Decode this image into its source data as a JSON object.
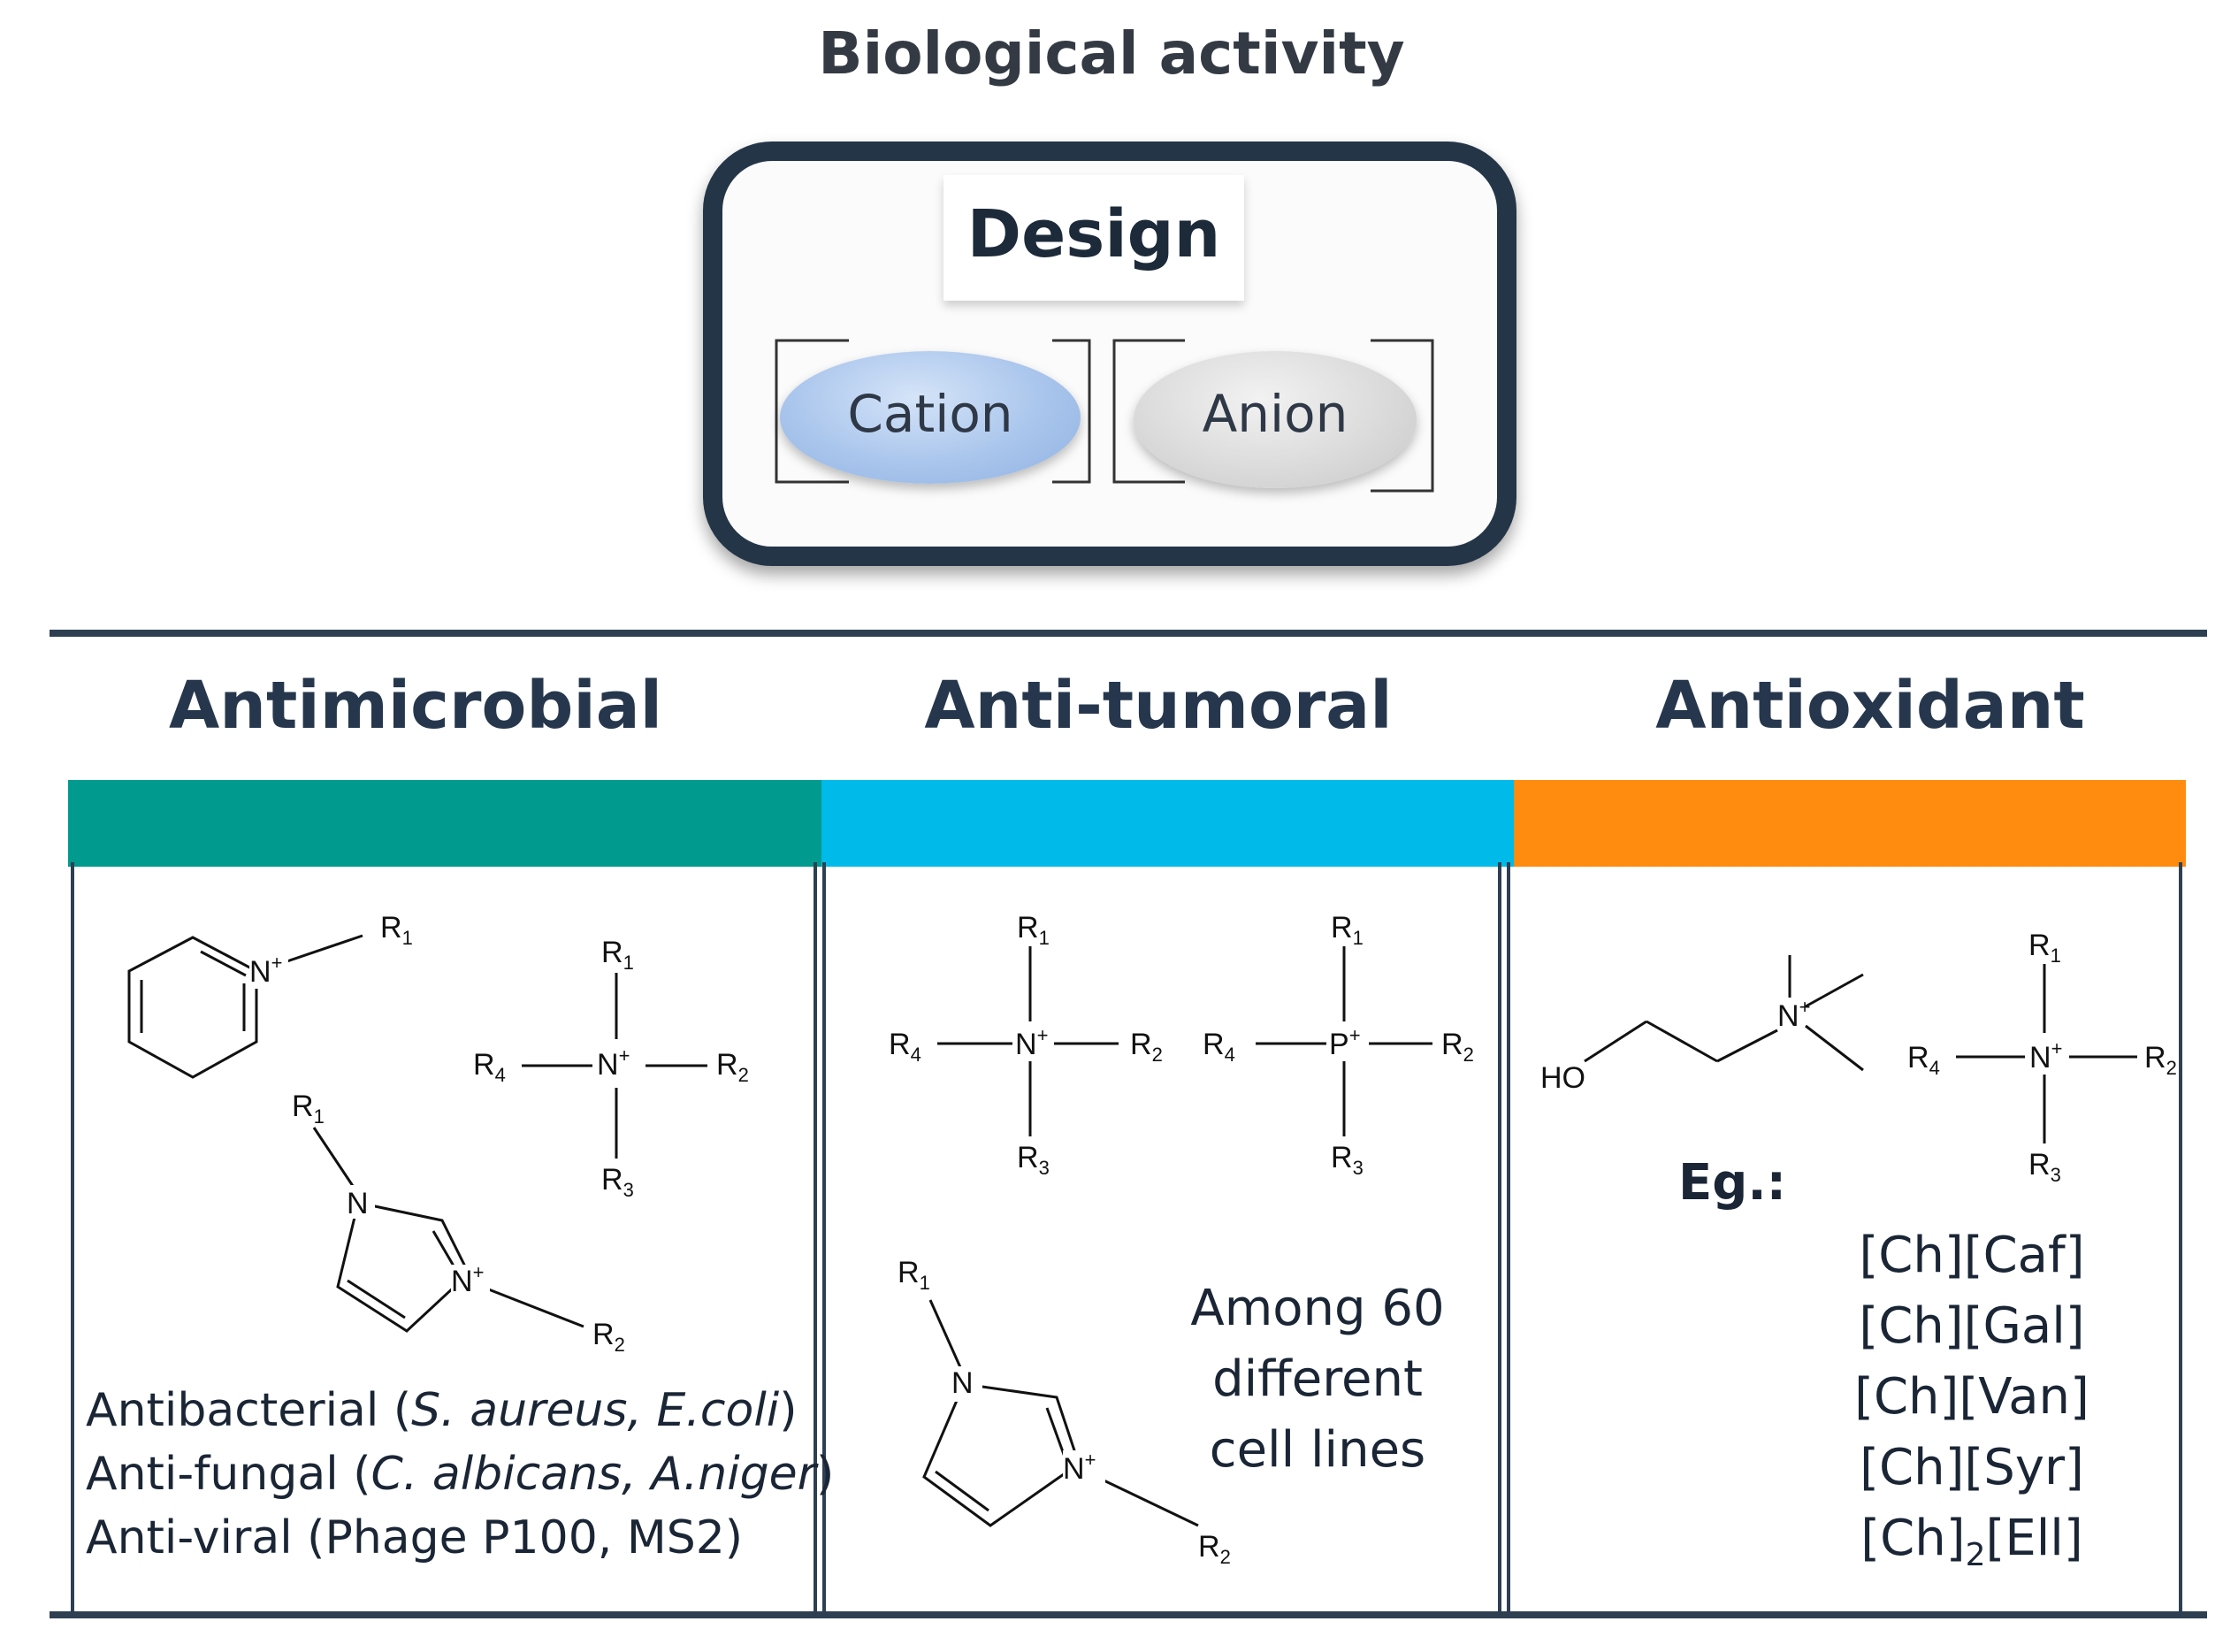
{
  "title": "Biological activity",
  "design": {
    "label": "Design",
    "cation_label": "Cation",
    "anion_label": "Anion"
  },
  "columns": [
    {
      "heading": "Antimicrobial",
      "color": "#009a8f",
      "lines": [
        {
          "parts": [
            {
              "t": "Antibacterial (",
              "i": false
            },
            {
              "t": "S. aureus, E.coli",
              "i": true
            },
            {
              "t": ")",
              "i": false
            }
          ]
        },
        {
          "parts": [
            {
              "t": "Anti-fungal (",
              "i": false
            },
            {
              "t": "C. albicans, A.niger",
              "i": true
            },
            {
              "t": ")",
              "i": false
            }
          ]
        },
        {
          "parts": [
            {
              "t": "Anti-viral (Phage P100, MS2)",
              "i": false
            }
          ]
        }
      ]
    },
    {
      "heading": "Anti-tumoral",
      "color": "#00bbea",
      "note": [
        "Among 60",
        "different",
        "cell lines"
      ]
    },
    {
      "heading": "Antioxidant",
      "color": "#ff8c0f",
      "eg_label": "Eg.:",
      "examples": [
        "[Ch][Caf]",
        "[Ch][Gal]",
        "[Ch][Van]",
        "[Ch][Syr]",
        "[Ch]2[Ell]"
      ]
    }
  ],
  "structures": {
    "r1": "R1",
    "r2": "R2",
    "r3": "R3",
    "r4": "R4",
    "n_plus": "N+",
    "p_plus": "P+",
    "n": "N",
    "ho": "HO"
  }
}
